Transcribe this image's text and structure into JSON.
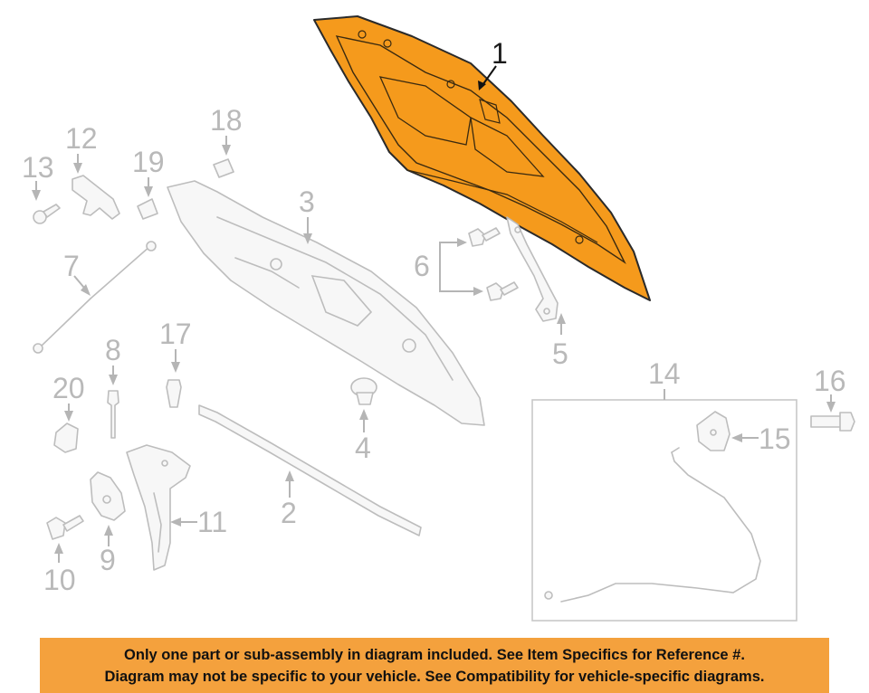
{
  "callouts": {
    "c1": "1",
    "c2": "2",
    "c3": "3",
    "c4": "4",
    "c5": "5",
    "c6": "6",
    "c7": "7",
    "c8": "8",
    "c9": "9",
    "c10": "10",
    "c11": "11",
    "c12": "12",
    "c13": "13",
    "c14": "14",
    "c15": "15",
    "c16": "16",
    "c17": "17",
    "c18": "18",
    "c19": "19",
    "c20": "20"
  },
  "highlight_color": "#f59a1c",
  "banner": {
    "line1": "Only one part or sub-assembly in diagram included. See Item Specifics for Reference #.",
    "line2": "Diagram may not be specific to your vehicle. See Compatibility for vehicle-specific diagrams.",
    "background": "#f4a13d"
  }
}
